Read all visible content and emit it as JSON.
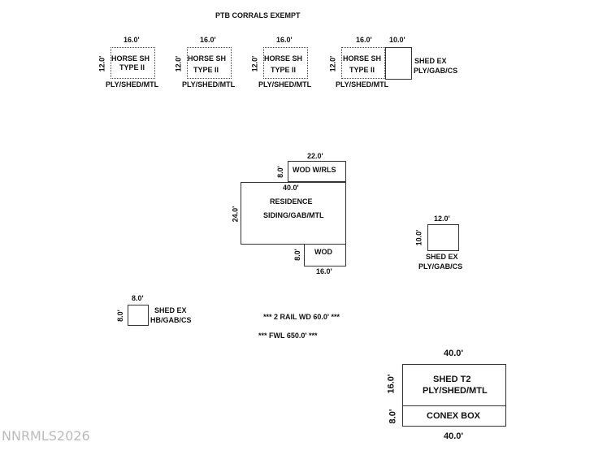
{
  "title": "PTB CORRALS EXEMPT",
  "watermark": "NNRMLS2026",
  "horse_sheds": [
    {
      "width": "16.0'",
      "depth": "12.0'",
      "line1": "HORSE SH",
      "line2": "TYPE II",
      "material": "PLY/SHED/MTL"
    },
    {
      "width": "16.0'",
      "depth": "12.0'",
      "line1": "HORSE SH",
      "line2": "TYPE II",
      "material": "PLY/SHED/MTL"
    },
    {
      "width": "16.0'",
      "depth": "12.0'",
      "line1": "HORSE SH",
      "line2": "TYPE II",
      "material": "PLY/SHED/MTL"
    },
    {
      "width": "16.0'",
      "depth": "12.0'",
      "line1": "HORSE SH",
      "line2": "TYPE II",
      "material": "PLY/SHED/MTL"
    }
  ],
  "shed_ex_top": {
    "width": "10.0'",
    "line1": "SHED EX",
    "line2": "PLY/GAB/CS"
  },
  "wod_rls": {
    "width": "22.0'",
    "depth": "8.0'",
    "label": "WOD W/RLS"
  },
  "residence": {
    "width": "40.0'",
    "depth": "24.0'",
    "line1": "RESIDENCE",
    "line2": "SIDING/GAB/MTL"
  },
  "wod_bottom": {
    "width": "16.0'",
    "depth": "8.0'",
    "label": "WOD"
  },
  "shed_ex_right": {
    "width": "12.0'",
    "depth": "10.0'",
    "line1": "SHED EX",
    "line2": "PLY/GAB/CS"
  },
  "shed_ex_left": {
    "width": "8.0'",
    "depth": "8.0'",
    "line1": "SHED EX",
    "line2": "HB/GAB/CS"
  },
  "notes": [
    "*** 2 RAIL WD 60.0' ***",
    "*** FWL 650.0' ***"
  ],
  "shed_t2": {
    "width": "40.0'",
    "depth": "16.0'",
    "line1": "SHED T2",
    "line2": "PLY/SHED/MTL"
  },
  "conex": {
    "width": "40.0'",
    "depth": "8.0'",
    "label": "CONEX BOX"
  }
}
